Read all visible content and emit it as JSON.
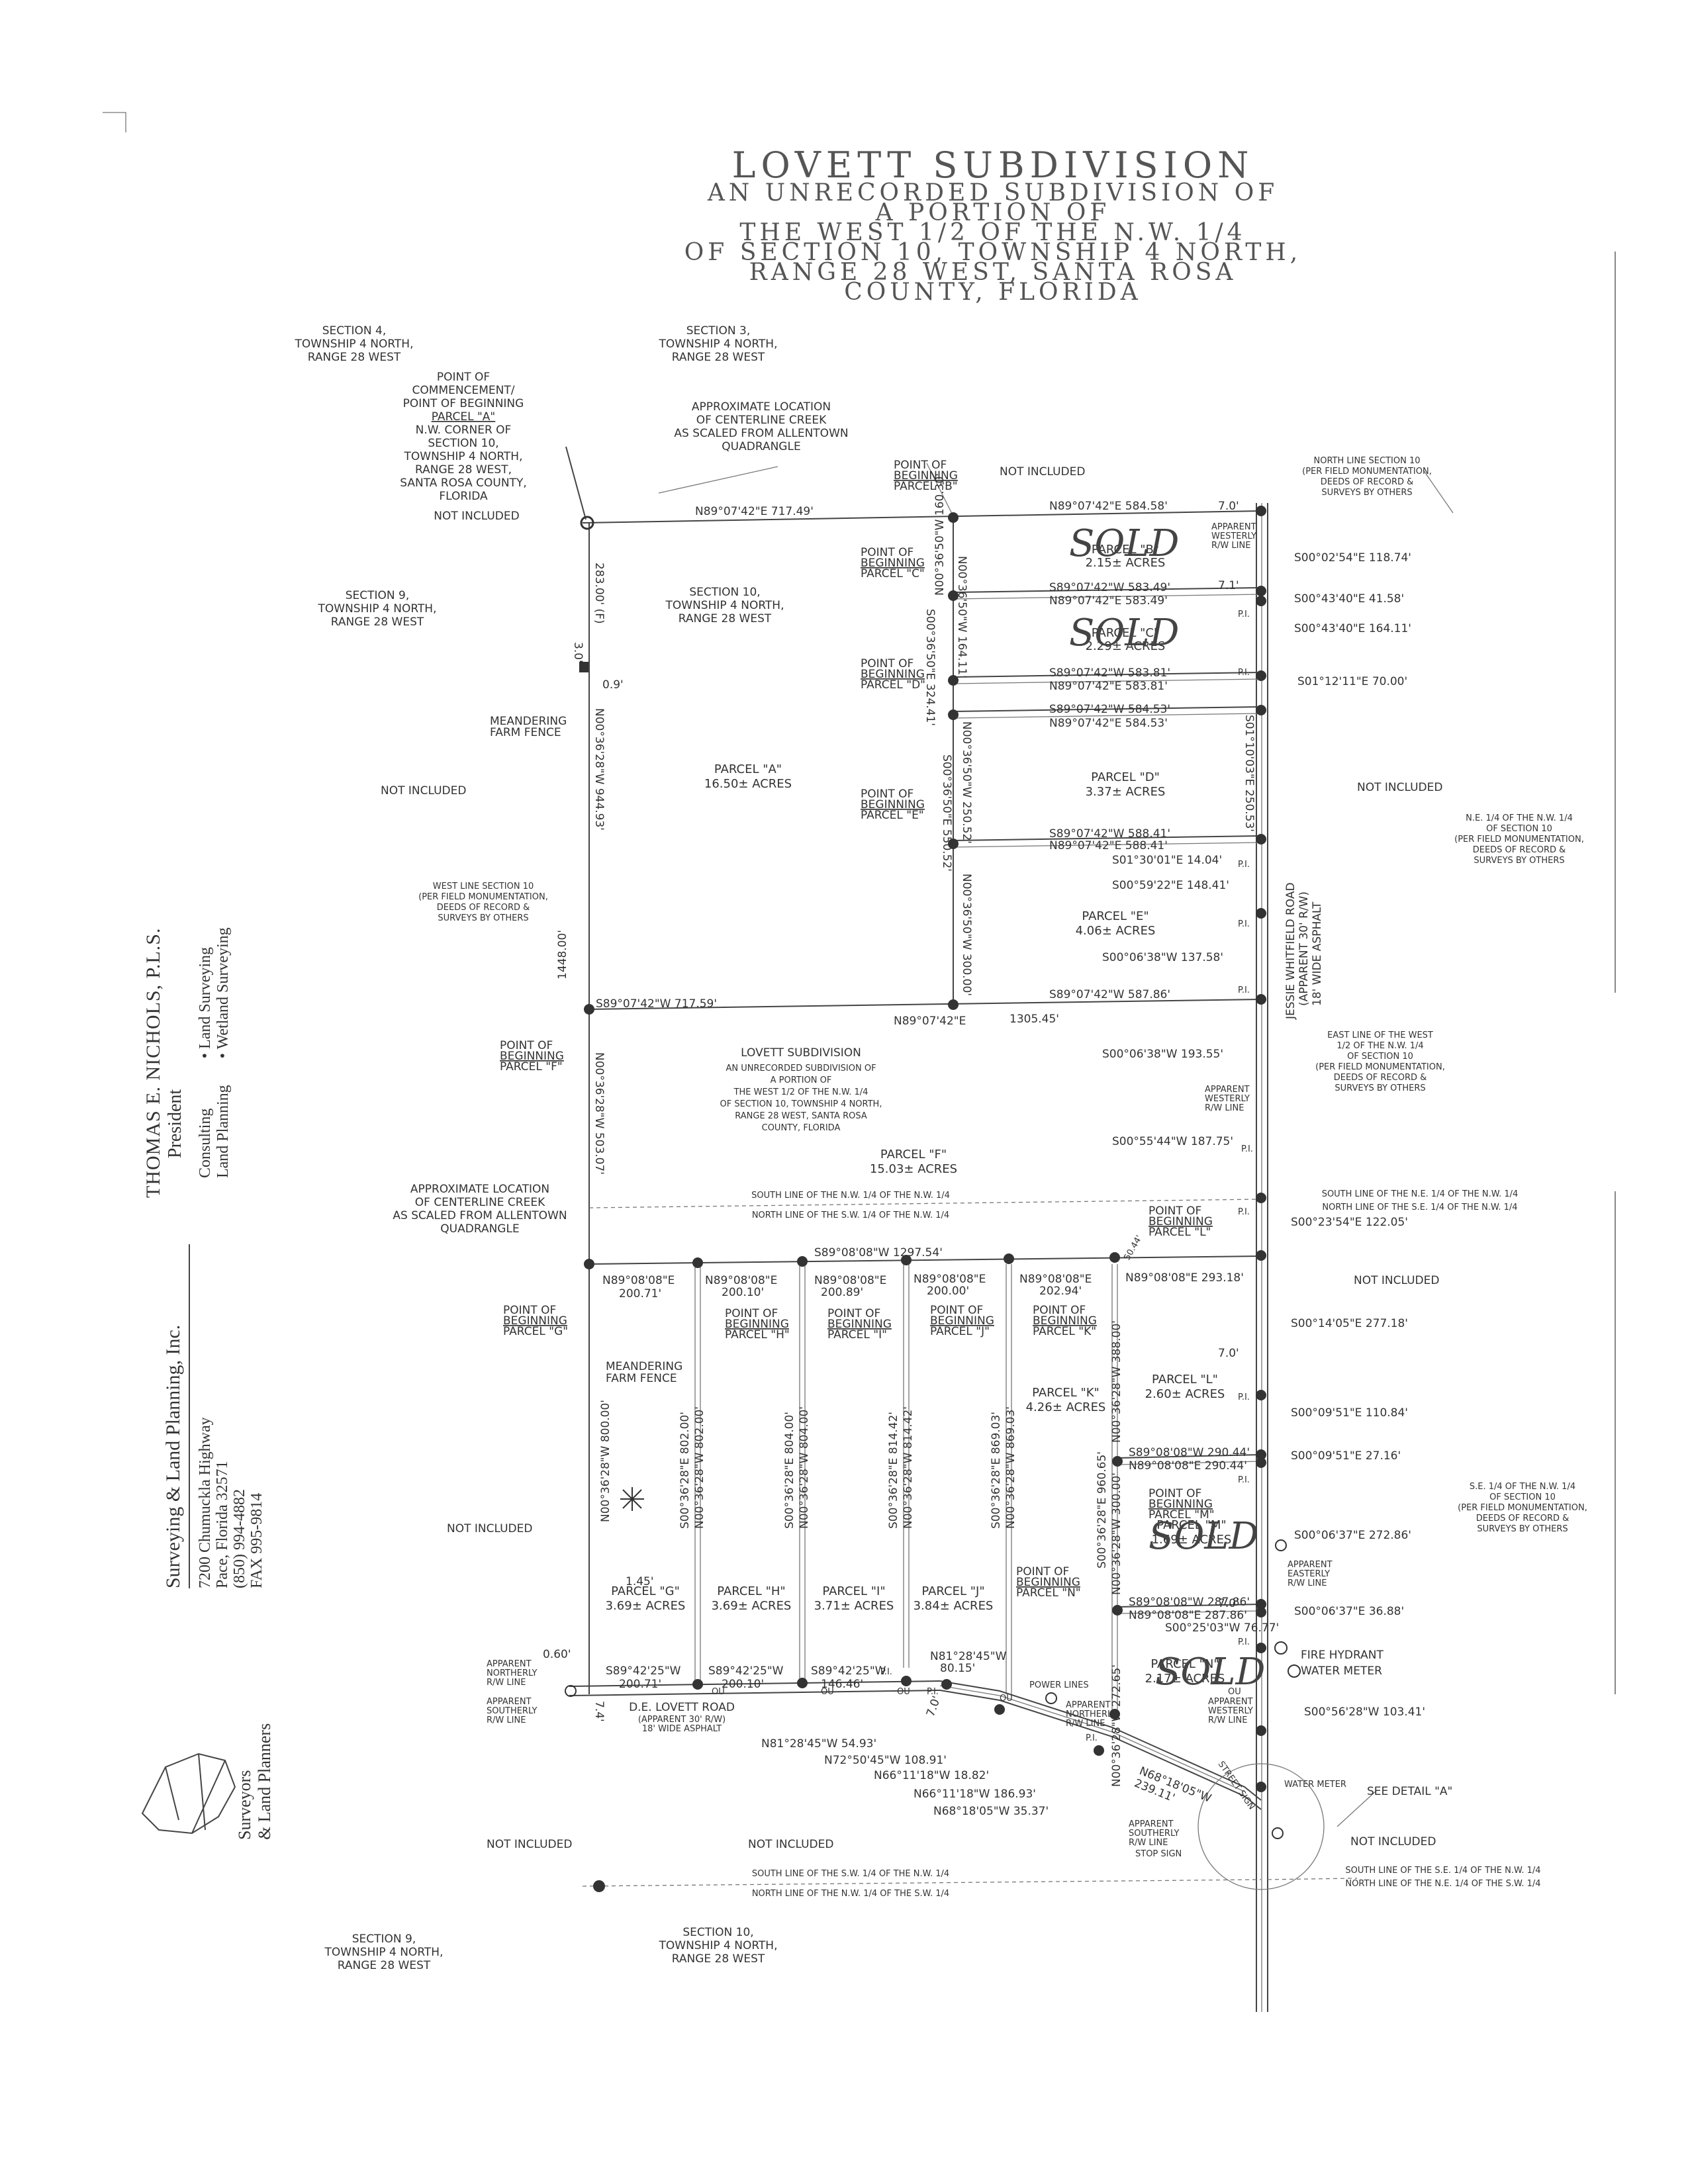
{
  "title": {
    "main": "LOVETT SUBDIVISION",
    "lines": [
      "AN UNRECORDED SUBDIVISION OF",
      "A PORTION OF",
      "THE WEST 1/2 OF THE N.W. 1/4",
      "OF SECTION 10, TOWNSHIP 4 NORTH,",
      "RANGE 28 WEST, SANTA ROSA",
      "COUNTY, FLORIDA"
    ]
  },
  "center_title": {
    "main": "LOVETT SUBDIVISION",
    "lines": [
      "AN UNRECORDED SUBDIVISION OF",
      "A PORTION OF",
      "THE WEST 1/2 OF THE N.W. 1/4",
      "OF SECTION 10, TOWNSHIP 4 NORTH,",
      "RANGE 28 WEST, SANTA ROSA",
      "COUNTY, FLORIDA"
    ]
  },
  "sections": {
    "s4": [
      "SECTION 4,",
      "TOWNSHIP 4 NORTH,",
      "RANGE 28 WEST"
    ],
    "s3": [
      "SECTION 3,",
      "TOWNSHIP 4 NORTH,",
      "RANGE 28 WEST"
    ],
    "s9_top": [
      "SECTION 9,",
      "TOWNSHIP 4 NORTH,",
      "RANGE 28 WEST"
    ],
    "s10_top": [
      "SECTION 10,",
      "TOWNSHIP 4 NORTH,",
      "RANGE 28 WEST"
    ],
    "s9_bot": [
      "SECTION 9,",
      "TOWNSHIP 4 NORTH,",
      "RANGE 28 WEST"
    ],
    "s10_bot": [
      "SECTION 10,",
      "TOWNSHIP 4 NORTH,",
      "RANGE 28 WEST"
    ]
  },
  "poc": [
    "POINT OF",
    "COMMENCEMENT/",
    "POINT OF BEGINNING",
    "PARCEL \"A\"",
    "N.W. CORNER OF",
    "SECTION 10,",
    "TOWNSHIP 4 NORTH,",
    "RANGE 28 WEST,",
    "SANTA ROSA COUNTY,",
    "FLORIDA",
    "NOT INCLUDED"
  ],
  "creek_top": [
    "APPROXIMATE LOCATION",
    "OF CENTERLINE CREEK",
    "AS SCALED FROM ALLENTOWN",
    "QUADRANGLE"
  ],
  "creek_mid": [
    "APPROXIMATE LOCATION",
    "OF CENTERLINE CREEK",
    "AS SCALED FROM ALLENTOWN",
    "QUADRANGLE"
  ],
  "north_line_note": [
    "NORTH LINE SECTION 10",
    "(PER FIELD MONUMENTATION,",
    "DEEDS OF RECORD &",
    "SURVEYS BY OTHERS"
  ],
  "west_line_note": [
    "WEST LINE SECTION 10",
    "(PER FIELD MONUMENTATION,",
    "DEEDS OF RECORD &",
    "SURVEYS BY OTHERS"
  ],
  "ne_quarter_note": [
    "N.E. 1/4 OF THE N.W. 1/4",
    "OF SECTION 10",
    "(PER FIELD MONUMENTATION,",
    "DEEDS OF RECORD &",
    "SURVEYS BY OTHERS"
  ],
  "se_quarter_note": [
    "S.E. 1/4 OF THE N.W. 1/4",
    "OF SECTION 10",
    "(PER FIELD MONUMENTATION,",
    "DEEDS OF RECORD &",
    "SURVEYS BY OTHERS"
  ],
  "east_line_note": [
    "EAST LINE OF THE WEST",
    "1/2 OF THE N.W. 1/4",
    "OF SECTION 10",
    "(PER FIELD MONUMENTATION,",
    "DEEDS OF RECORD &",
    "SURVEYS BY OTHERS"
  ],
  "south_line_nw": [
    "SOUTH LINE OF THE N.W. 1/4 OF THE N.W. 1/4",
    "NORTH LINE OF THE S.W. 1/4 OF THE N.W. 1/4"
  ],
  "south_line_ne": [
    "SOUTH LINE OF THE N.E. 1/4 OF THE N.W. 1/4",
    "NORTH LINE OF THE S.E. 1/4 OF THE N.W. 1/4"
  ],
  "south_line_sw": [
    "SOUTH LINE OF THE S.W. 1/4 OF THE N.W. 1/4",
    "NORTH LINE OF THE N.W. 1/4 OF THE S.W. 1/4"
  ],
  "south_line_se": [
    "SOUTH LINE OF THE S.E. 1/4 OF THE N.W. 1/4",
    "NORTH LINE OF THE N.E. 1/4 OF THE S.W. 1/4"
  ],
  "road_jw": [
    "JESSIE WHITFIELD ROAD",
    "(APPARENT 30' R/W)",
    "18' WIDE ASPHALT"
  ],
  "road_lovett": [
    "D.E. LOVETT ROAD",
    "(APPARENT 30' R/W)",
    "18' WIDE ASPHALT"
  ],
  "not_included": "NOT INCLUDED",
  "parcels": {
    "A": [
      "PARCEL \"A\"",
      "16.50± ACRES"
    ],
    "B": [
      "PARCEL \"B\"",
      "2.15± ACRES"
    ],
    "C": [
      "PARCEL \"C\"",
      "2.29± ACRES"
    ],
    "D": [
      "PARCEL \"D\"",
      "3.37± ACRES"
    ],
    "E": [
      "PARCEL \"E\"",
      "4.06± ACRES"
    ],
    "F": [
      "PARCEL \"F\"",
      "15.03± ACRES"
    ],
    "G": [
      "PARCEL \"G\"",
      "3.69± ACRES"
    ],
    "H": [
      "PARCEL \"H\"",
      "3.69± ACRES"
    ],
    "I": [
      "PARCEL \"I\"",
      "3.71± ACRES"
    ],
    "J": [
      "PARCEL \"J\"",
      "3.84± ACRES"
    ],
    "K": [
      "PARCEL \"K\"",
      "4.26± ACRES"
    ],
    "L": [
      "PARCEL \"L\"",
      "2.60± ACRES"
    ],
    "M": [
      "PARCEL \"M\"",
      "1.69± ACRES"
    ],
    "N": [
      "PARCEL \"N\"",
      "2.17± ACRES"
    ]
  },
  "pob": {
    "B": [
      "POINT OF",
      "BEGINNING",
      "PARCEL \"B\""
    ],
    "C": [
      "POINT OF",
      "BEGINNING",
      "PARCEL \"C\""
    ],
    "D": [
      "POINT OF",
      "BEGINNING",
      "PARCEL \"D\""
    ],
    "E": [
      "POINT OF",
      "BEGINNING",
      "PARCEL \"E\""
    ],
    "F": [
      "POINT OF",
      "BEGINNING",
      "PARCEL \"F\""
    ],
    "G": [
      "POINT OF",
      "BEGINNING",
      "PARCEL \"G\""
    ],
    "H": [
      "POINT OF",
      "BEGINNING",
      "PARCEL \"H\""
    ],
    "I": [
      "POINT OF",
      "BEGINNING",
      "PARCEL \"I\""
    ],
    "J": [
      "POINT OF",
      "BEGINNING",
      "PARCEL \"J\""
    ],
    "K": [
      "POINT OF",
      "BEGINNING",
      "PARCEL \"K\""
    ],
    "L": [
      "POINT OF",
      "BEGINNING",
      "PARCEL \"L\""
    ],
    "M": [
      "POINT OF",
      "BEGINNING",
      "PARCEL \"M\""
    ],
    "N": [
      "POINT OF",
      "BEGINNING",
      "PARCEL \"N\""
    ]
  },
  "bearings": {
    "north_a": "N89°07'42\"E 717.49'",
    "north_b": "N89°07'42\"E 584.58'",
    "east_b": "S00°02'54\"E 118.74'",
    "bc_s": "S89°07'42\"W 583.49'",
    "bc_n": "N89°07'42\"E 583.49'",
    "east_c1": "S00°43'40\"E 41.58'",
    "east_c2": "S00°43'40\"E 164.11'",
    "cd_s": "S89°07'42\"W 583.81'",
    "cd_n": "N89°07'42\"E 583.81'",
    "east_d0": "S01°12'11\"E 70.00'",
    "d_s": "S89°07'42\"W 584.53'",
    "d_n": "N89°07'42\"E 584.53'",
    "east_d": "S01°10'03\"E 250.53'",
    "de_s": "S89°07'42\"W 588.41'",
    "de_n": "N89°07'42\"E 588.41'",
    "east_e0": "S01°30'01\"E 14.04'",
    "east_e1": "S00°59'22\"E 148.41'",
    "east_e2": "S00°06'38\"W 137.58'",
    "af_s": "S89°07'42\"W 717.59'",
    "ef_s": "S89°07'42\"W 587.86'",
    "af_n": "N89°07'42\"E",
    "af_n_dist": "1305.45'",
    "east_f1": "S00°06'38\"W 193.55'",
    "east_f2": "S00°55'44\"W 187.75'",
    "east_l1": "S00°23'54\"E 122.05'",
    "fg_s": "S89°08'08\"W 1297.54'",
    "fl_n": "N89°08'08\"E 293.18'",
    "east_l2": "S00°14'05\"E 277.18'",
    "east_l3": "S00°09'51\"E 110.84'",
    "lm_s": "S89°08'08\"W 290.44'",
    "lm_n": "N89°08'08\"E 290.44'",
    "east_m1": "S00°09'51\"E 27.16'",
    "east_m2": "S00°06'37\"E 272.86'",
    "mn_s": "S89°08'08\"W 287.86'",
    "mn_n": "N89°08'08\"E 287.86'",
    "east_n1": "S00°06'37\"E 36.88'",
    "east_n2": "S00°25'03\"W 76.77'",
    "east_n3": "S00°56'28\"W 103.41'",
    "g_n": "N89°08'08\"E",
    "g_n_dist": "200.71'",
    "h_n": "N89°08'08\"E",
    "h_n_dist": "200.10'",
    "i_n": "N89°08'08\"E",
    "i_n_dist": "200.89'",
    "j_n": "N89°08'08\"E",
    "j_n_dist": "200.00'",
    "k_n": "N89°08'08\"E",
    "k_n_dist": "202.94'",
    "g_s": "S89°42'25\"W",
    "g_s_dist": "200.71'",
    "h_s": "S89°42'25\"W",
    "h_s_dist": "200.10'",
    "i_s": "S89°42'25\"W",
    "i_s_dist": "146.46'",
    "j_s": "N81°28'45\"W",
    "j_s_dist": "80.15'",
    "road1": "N81°28'45\"W 54.93'",
    "road2": "N72°50'45\"W 108.91'",
    "road3": "N66°11'18\"W 18.82'",
    "road4": "N66°11'18\"W 186.93'",
    "road5": "N68°18'05\"W 35.37'",
    "road6": "N68°18'05\"W",
    "road6_dist": "239.11'",
    "west_a1": "283.00' (F)",
    "west_a2": "N00°36'28\"W 944.93'",
    "west_sum": "1448.00'",
    "west_f": "N00°36'28\"W 503.07'",
    "west_g": "N00°36'28\"W 800.00'",
    "gh1": "S00°36'28\"E 802.00'",
    "gh2": "N00°36'28\"W 802.00'",
    "hi1": "S00°36'28\"E 804.00'",
    "hi2": "N00°36'28\"W 804.00'",
    "ij1": "S00°36'28\"E 814.42'",
    "ij2": "N00°36'28\"W 814.42'",
    "jk1": "S00°36'28\"E 869.03'",
    "jk2": "N00°36'28\"W 869.03'",
    "kn1": "S00°36'28\"E 960.65'",
    "kl": "N00°36'28\"W 388.00'",
    "mn_w": "N00°36'28\"W 300.00'",
    "n_w": "N00°36'28\"W 272.65'",
    "bc_w1": "N00°36'50\"W 160.30'",
    "bc_w2": "N00°36'50\"W 164.11'",
    "c_w": "S00°36'50\"E 324.41'",
    "de_w1": "N00°36'50\"W 250.52'",
    "de_w2": "S00°36'50\"E 550.52'",
    "e_w": "N00°36'50\"W 300.00'",
    "small_b": "7.0'",
    "small_c": "7.1'",
    "small_l": "7.0'",
    "small_n": "7.0'",
    "small_09": "0.9'",
    "small_03": "3.0'",
    "small_145": "1.45'",
    "small_060": "0.60'",
    "small_74": "7.4'",
    "small_70r": "7.0'",
    "k_tick": "50.44'"
  },
  "misc": {
    "meander_1": [
      "MEANDERING",
      "FARM FENCE"
    ],
    "meander_2": [
      "MEANDERING",
      "FARM FENCE"
    ],
    "apparent_w_rw": [
      "APPARENT",
      "WESTERLY",
      "R/W LINE"
    ],
    "apparent_w_rw2": [
      "APPARENT",
      "WESTERLY",
      "R/W LINE"
    ],
    "apparent_w_rw3": [
      "APPARENT",
      "WESTERLY",
      "R/W LINE"
    ],
    "apparent_e_rw": [
      "APPARENT",
      "EASTERLY",
      "R/W LINE"
    ],
    "apparent_n_rw": [
      "APPARENT",
      "NORTHERLY",
      "R/W LINE"
    ],
    "apparent_n_rw2": [
      "APPARENT",
      "NORTHERLY",
      "R/W LINE"
    ],
    "apparent_s_rw": [
      "APPARENT",
      "SOUTHERLY",
      "R/W LINE"
    ],
    "apparent_s_rw2": [
      "APPARENT",
      "SOUTHERLY",
      "R/W LINE"
    ],
    "stop_sign": "STOP SIGN",
    "fire_hydrant": "FIRE HYDRANT",
    "water_meter": "WATER METER",
    "water_meter2": "WATER METER",
    "see_detail": "SEE DETAIL \"A\"",
    "power_lines": "POWER LINES",
    "street_sign": "STREET SIGN",
    "pi": "P.I.",
    "ou": "OU",
    "sold": "SOLD"
  },
  "surveyor": {
    "name": "THOMAS E. NICHOLS, P.L.S.",
    "title": "President",
    "services_left": [
      "Consulting",
      "Land Planning"
    ],
    "services_right": [
      "• Land Surveying",
      "• Wetland Surveying"
    ],
    "company": "Surveying & Land Planning, Inc.",
    "address": [
      "7200 Chumuckla Highway",
      "Pace, Florida 32571",
      "(850) 994-4882",
      "FAX 995-9814"
    ],
    "logo_text": [
      "Surveyors",
      "& Land Planners"
    ]
  }
}
